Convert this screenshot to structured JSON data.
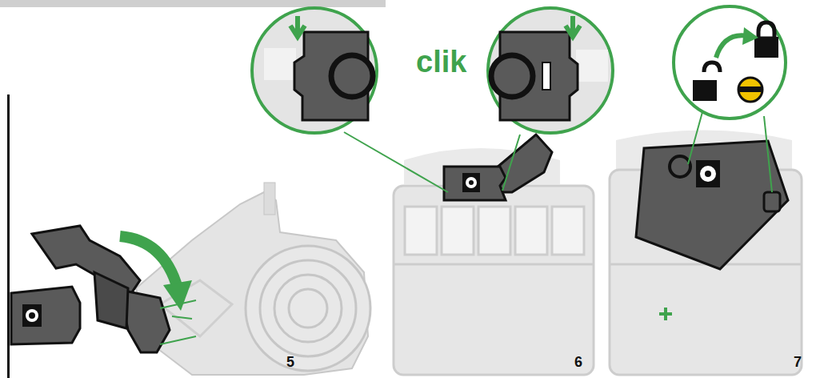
{
  "diagram": {
    "labels": [
      "clik",
      "5",
      "6",
      "7"
    ]
  }
}
